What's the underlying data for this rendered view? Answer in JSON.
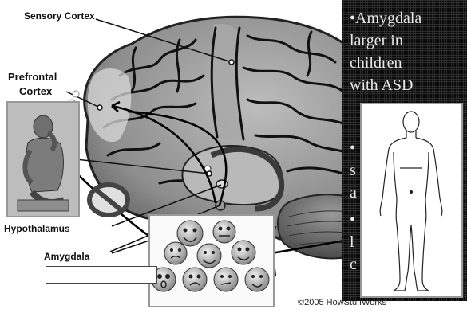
{
  "labels": {
    "sensory_cortex": "Sensory Cortex",
    "prefrontal_line1": "Prefrontal",
    "prefrontal_line2": "Cortex",
    "hypothalamus": "Hypothalamus",
    "amygdala": "Amygdala",
    "copyright": "©2005 HowStuffWorks"
  },
  "text_panel": {
    "bullet_1": "•Amygdala\nlarger in\nchildren\nwith ASD",
    "bullet_2": "•\ns\na",
    "bullet_3": "•\nl\nc"
  },
  "icons": {
    "no_sign": "prohibition-sign-icon",
    "thinker": "thinker-statue-icon",
    "human_body": "human-body-outline-icon",
    "faces": "emoticon-faces-icon"
  },
  "colors": {
    "panel_bg": "#111111",
    "panel_text": "#e8e8e8",
    "brain_fill": "#8f8f8f",
    "no_sign": "#444444"
  }
}
